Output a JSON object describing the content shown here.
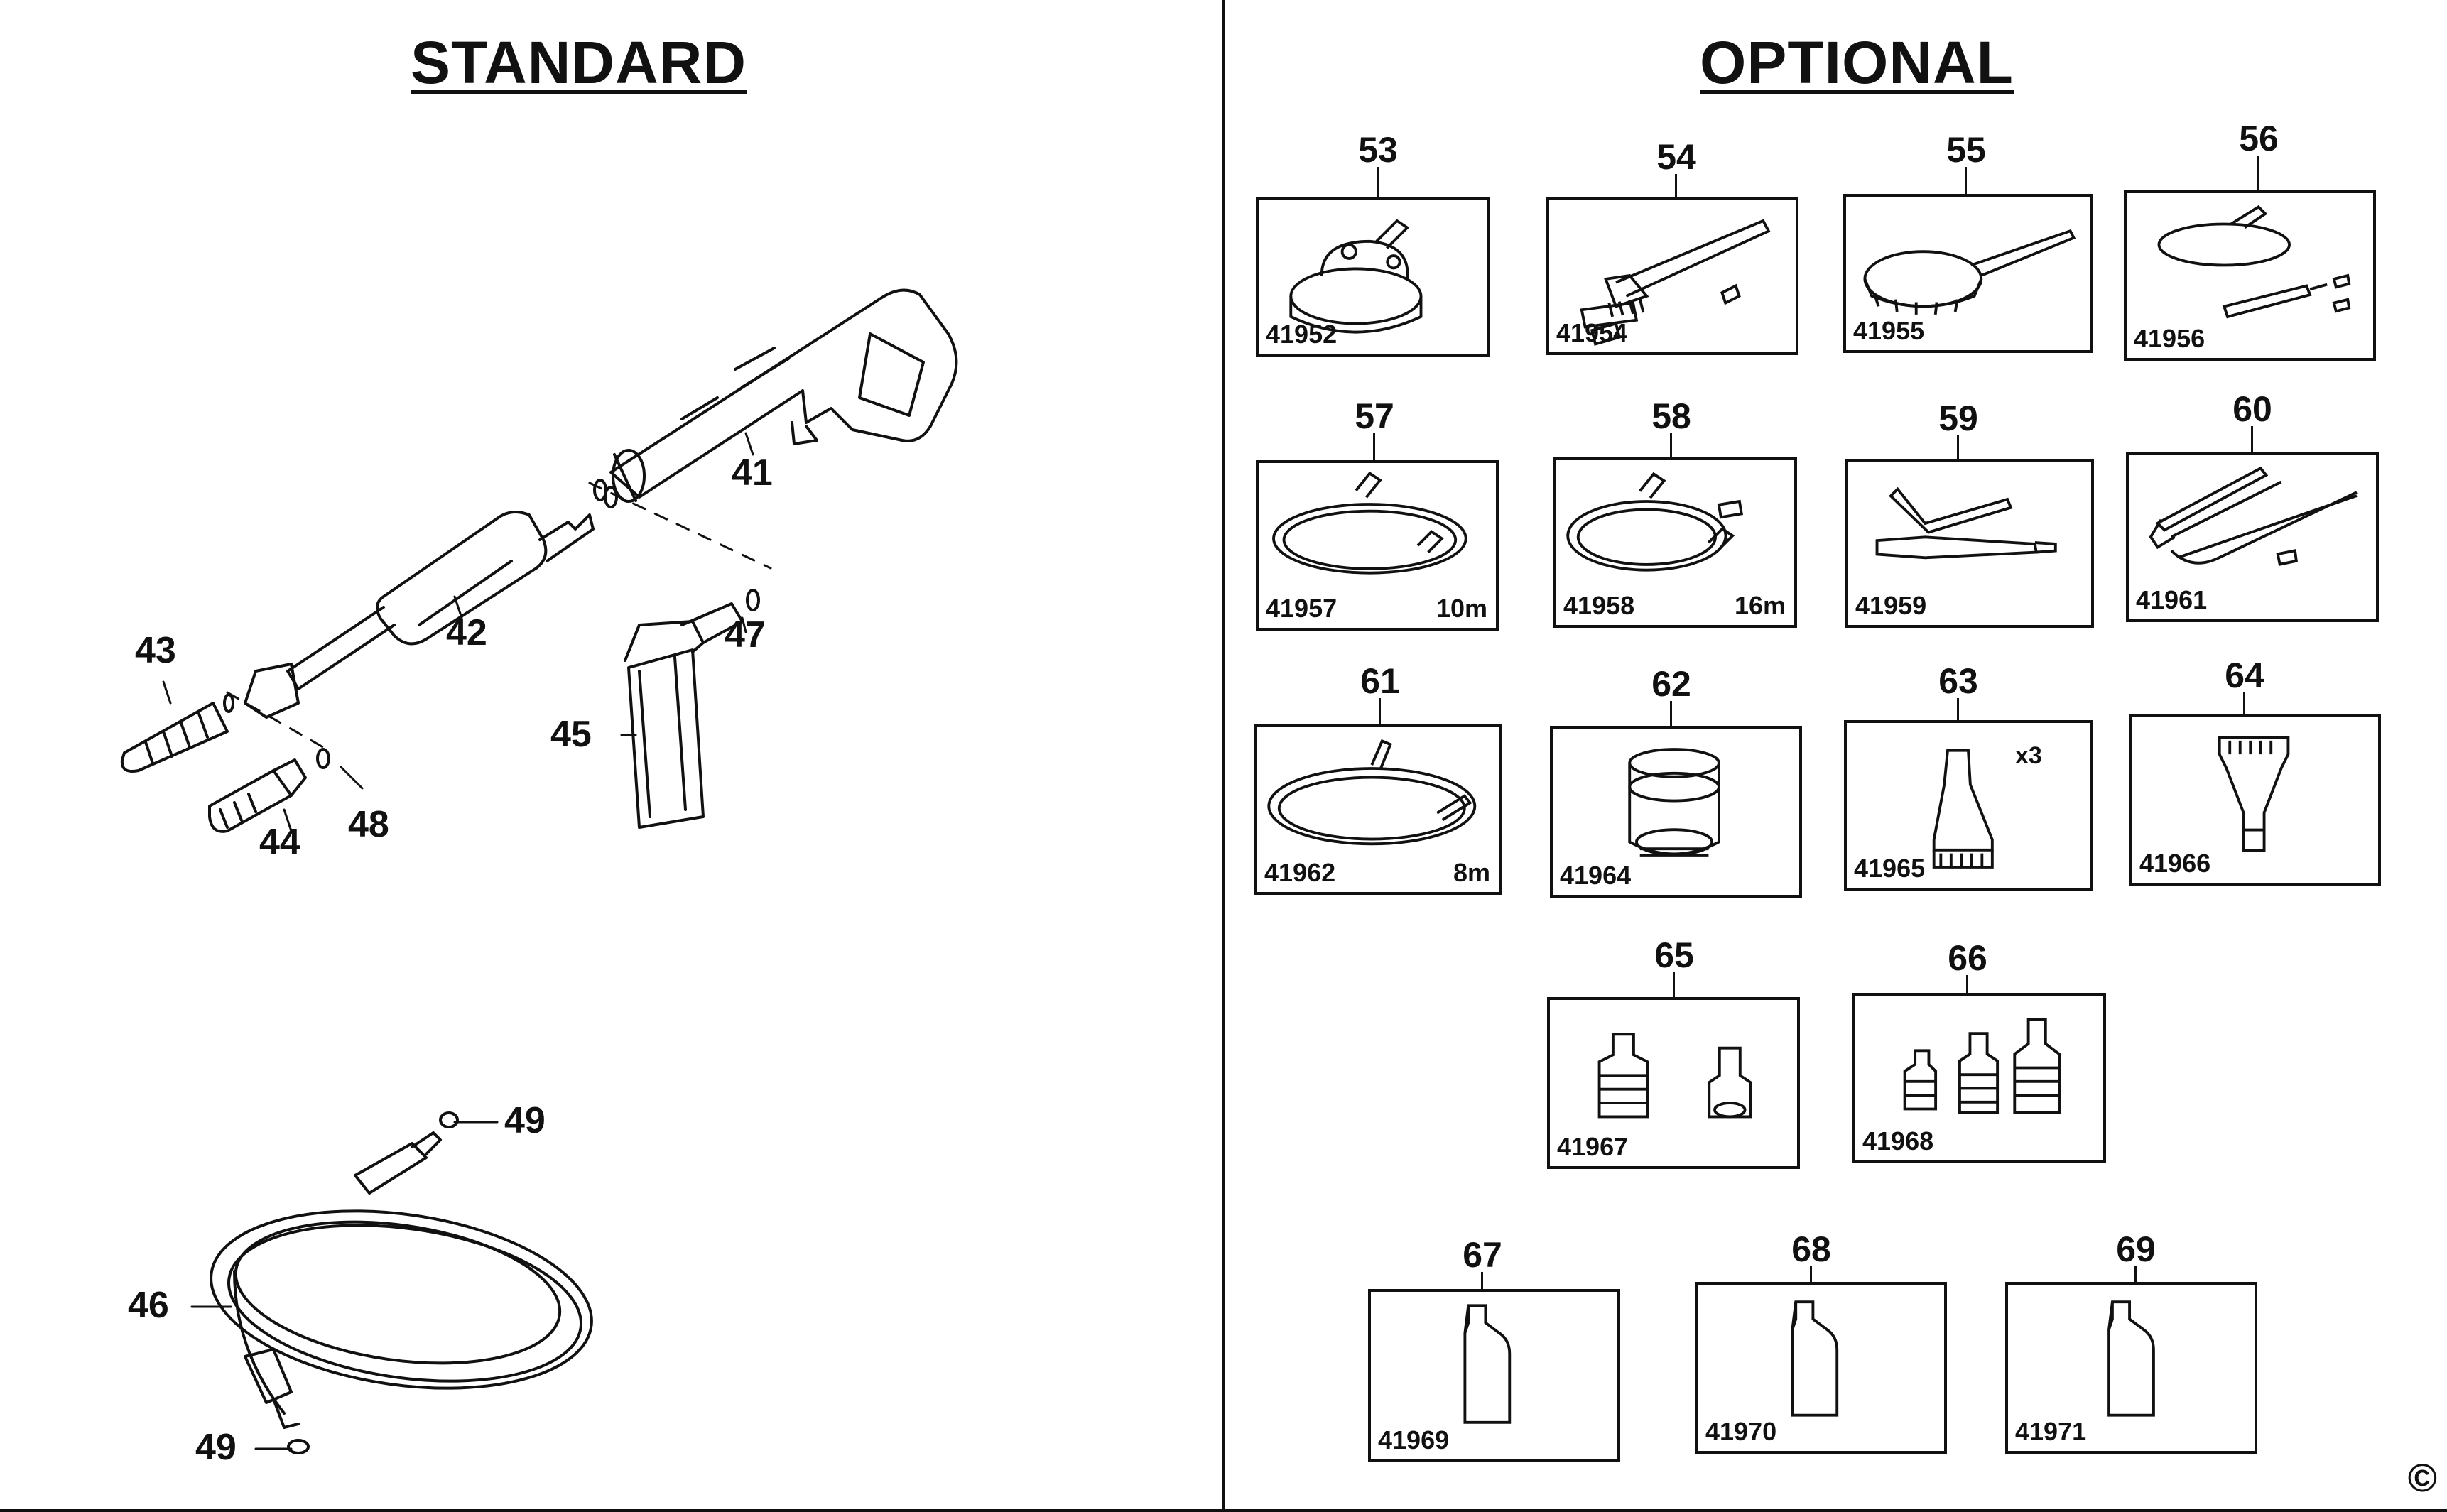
{
  "standard": {
    "title": "STANDARD",
    "callouts": [
      "41",
      "42",
      "43",
      "44",
      "45",
      "47",
      "48",
      "49",
      "46",
      "49"
    ]
  },
  "optional": {
    "title": "OPTIONAL",
    "items": [
      {
        "num": "53",
        "code": "41952",
        "icon": "patio-cleaner-icon"
      },
      {
        "num": "54",
        "code": "41954",
        "icon": "brush-lance-icon"
      },
      {
        "num": "55",
        "code": "41955",
        "icon": "rotary-brush-icon"
      },
      {
        "num": "56",
        "code": "41956",
        "icon": "pipe-cleaner-icon"
      },
      {
        "num": "57",
        "code": "41957",
        "length": "10m",
        "icon": "hose-icon"
      },
      {
        "num": "58",
        "code": "41958",
        "length": "16m",
        "icon": "hose-adapter-icon"
      },
      {
        "num": "59",
        "code": "41959",
        "icon": "angled-lance-icon"
      },
      {
        "num": "60",
        "code": "41961",
        "icon": "extension-lance-icon"
      },
      {
        "num": "61",
        "code": "41962",
        "length": "8m",
        "icon": "extension-hose-icon"
      },
      {
        "num": "62",
        "code": "41964",
        "icon": "coupling-icon"
      },
      {
        "num": "63",
        "code": "41965",
        "qty": "x3",
        "icon": "nozzle-icon"
      },
      {
        "num": "64",
        "code": "41966",
        "icon": "nozzle-icon"
      },
      {
        "num": "65",
        "code": "41967",
        "icon": "connectors-icon"
      },
      {
        "num": "66",
        "code": "41968",
        "icon": "connectors-icon"
      },
      {
        "num": "67",
        "code": "41969",
        "icon": "detergent-bottle-icon"
      },
      {
        "num": "68",
        "code": "41970",
        "icon": "detergent-bottle-icon"
      },
      {
        "num": "69",
        "code": "41971",
        "icon": "detergent-bottle-icon"
      }
    ]
  },
  "copyright_symbol": "©"
}
